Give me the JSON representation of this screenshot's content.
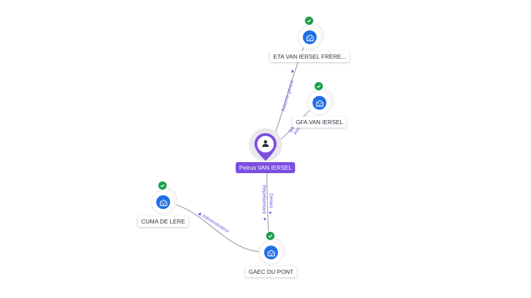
{
  "center_person": {
    "name": "Petrus VAN IERSEL",
    "icon": "person-icon"
  },
  "companies": [
    {
      "id": "eta",
      "label": "ETA VAN IERSEL FRÈRE...",
      "icon": "building-icon",
      "status": "verified-check"
    },
    {
      "id": "gfa",
      "label": "GFA VAN IERSEL",
      "icon": "building-icon",
      "status": "verified-check"
    },
    {
      "id": "cuma",
      "label": "CUMA DE LERE",
      "icon": "building-icon",
      "status": "verified-check"
    },
    {
      "id": "gaec",
      "label": "GAEC DU PONT",
      "icon": "building-icon",
      "status": "verified-check"
    }
  ],
  "edges": [
    {
      "from": "Petrus VAN IERSEL",
      "to": "ETA VAN IERSEL FRÈRE...",
      "label": "Associé-gérant"
    },
    {
      "from": "Petrus VAN IERSEL",
      "to": "GFA VAN IERSEL",
      "label": "Gérant",
      "label2": "Associé"
    },
    {
      "from": "Petrus VAN IERSEL",
      "to": "GAEC DU PONT",
      "label": "Gérant",
      "label2": "Représentant"
    },
    {
      "from": "GAEC DU PONT",
      "to": "CUMA DE LERE",
      "label": "Administrateur"
    }
  ],
  "colors": {
    "person_accent": "#7b4fe0",
    "company_icon": "#1e6fe8",
    "verified": "#1e9e4a",
    "edge_label": "#6d5fe6",
    "edge_line": "#8a8f9c"
  }
}
